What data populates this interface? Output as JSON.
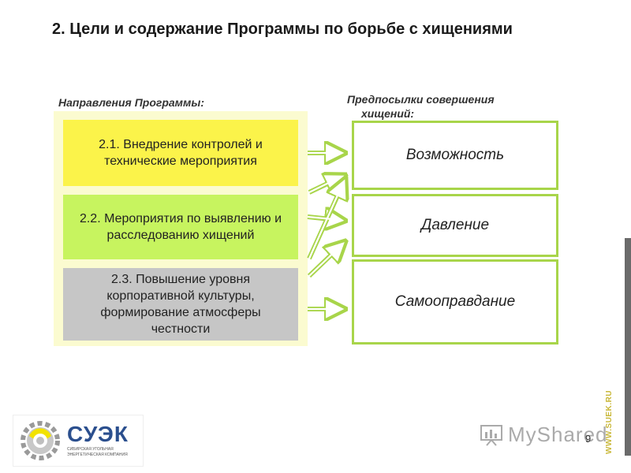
{
  "title": "2. Цели и содержание Программы по борьбе с хищениями",
  "left_heading": "Направления Программы:",
  "right_heading": {
    "line1": "Предпосылки совершения",
    "line2": "хищений:"
  },
  "directions": [
    {
      "text": "2.1. Внедрение контролей и технические мероприятия",
      "color": "#fbf34a"
    },
    {
      "text": "2.2. Мероприятия по выявлению и расследованию хищений",
      "color": "#c7f45f"
    },
    {
      "text": "2.3. Повышение уровня корпоративной культуры, формирование атмосферы честности",
      "color": "#c6c6c6"
    }
  ],
  "preconditions": [
    "Возможность",
    "Давление",
    "Самооправдание"
  ],
  "accent_color": "#a8d54a",
  "page_number": "9",
  "site": "WWW.SUEK.RU",
  "logo": {
    "name": "СУЭК",
    "subtitle": "Сибирская угольная энергетическая компания"
  },
  "watermark": "MyShared"
}
